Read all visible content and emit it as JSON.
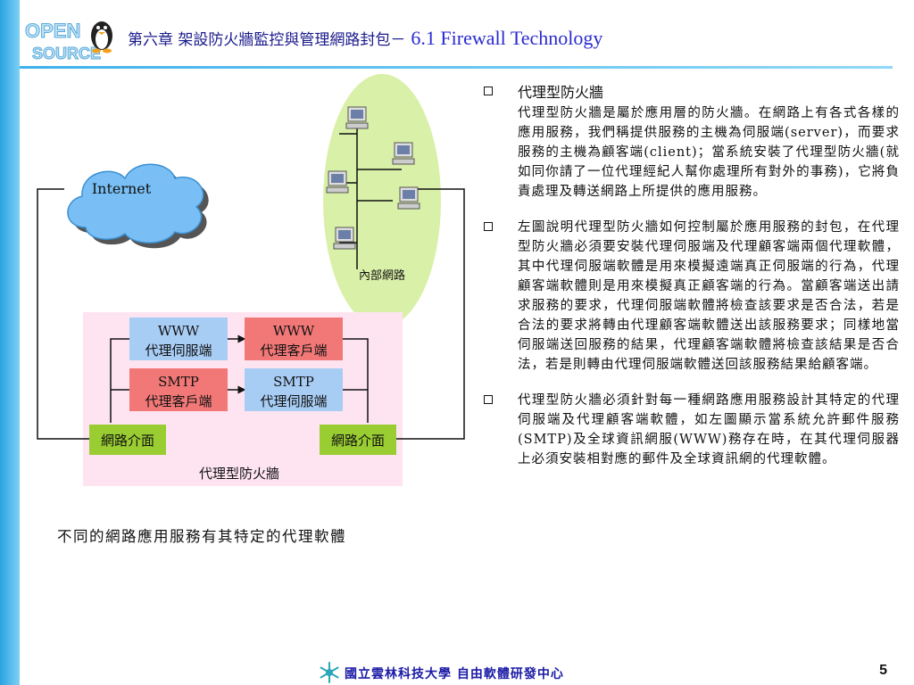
{
  "header": {
    "title_zh": "第六章 架設防火牆監控與管理網路封包－",
    "title_en": "6.1 Firewall Technology"
  },
  "logo": {
    "name": "open-source-penguin-logo",
    "text": "OPEN SOURCE"
  },
  "diagram": {
    "internet_label": "Internet",
    "intranet_label": "內部網路",
    "firewall_label": "代理型防火牆",
    "www_server": [
      "WWW",
      "代理伺服端"
    ],
    "www_client": [
      "WWW",
      "代理客戶端"
    ],
    "smtp_client": [
      "SMTP",
      "代理客戶端"
    ],
    "smtp_server": [
      "SMTP",
      "代理伺服端"
    ],
    "nic_left": "網路介面",
    "nic_right": "網路介面",
    "colors": {
      "server_box": "#a8cdf5",
      "client_box": "#f27878",
      "nic_box": "#9acd32",
      "firewall_bg": "#fde4f0",
      "intranet_bg": "#d9f0a8",
      "cloud": "#79bff5"
    }
  },
  "caption": "不同的網路應用服務有其特定的代理軟體",
  "bullets": [
    {
      "head": "代理型防火牆",
      "body": "代理型防火牆是屬於應用層的防火牆。在網路上有各式各樣的應用服務，我們稱提供服務的主機為伺服端(server)，而要求服務的主機為顧客端(client)；當系統安裝了代理型防火牆(就如同你請了一位代理經紀人幫你處理所有對外的事務)，它將負責處理及轉送網路上所提供的應用服務。"
    },
    {
      "head": "",
      "body": "左圖說明代理型防火牆如何控制屬於應用服務的封包，在代理型防火牆必須要安裝代理伺服端及代理顧客端兩個代理軟體，其中代理伺服端軟體是用來模擬遠端真正伺服端的行為，代理顧客端軟體則是用來模擬真正顧客端的行為。當顧客端送出請求服務的要求，代理伺服端軟體將檢查該要求是否合法，若是合法的要求將轉由代理顧客端軟體送出該服務要求；同樣地當伺服端送回服務的結果，代理顧客端軟體將檢查該結果是否合法，若是則轉由代理伺服端軟體送回該服務結果給顧客端。"
    },
    {
      "head": "",
      "body": "代理型防火牆必須針對每一種網路應用服務設計其特定的代理伺服端及代理顧客端軟體，如左圖顯示當系統允許郵件服務(SMTP)及全球資訊網服(WWW)務存在時，在其代理伺服器上必須安裝相對應的郵件及全球資訊網的代理軟體。"
    }
  ],
  "footer": {
    "university": "國立雲林科技大學 自由軟體研發中心",
    "page": "5",
    "icon": "snowflake-icon"
  }
}
